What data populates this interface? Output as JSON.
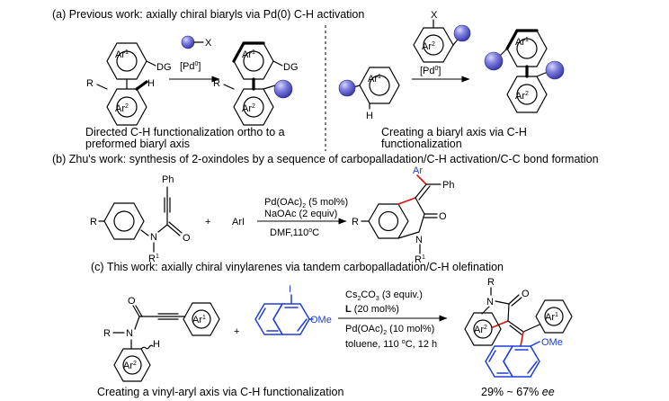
{
  "colors": {
    "ball": "#6b6bd6",
    "ball_highlight": "#c9c9ff",
    "red_bond": "#e01010",
    "blue_naphthalene": "#1e3fd8"
  },
  "section_a": {
    "title": "(a) Previous work: axially chiral  biaryls via Pd(0) C-H activation",
    "reagent_x": "X",
    "catalyst_base": "[Pd",
    "catalyst_sup": "0",
    "catalyst_end": "]",
    "ring_top": "Ar",
    "ring_top_sup": "1",
    "ring_bottom": "Ar",
    "ring_bottom_sup": "2",
    "dg": "DG",
    "r": "R",
    "h": "H",
    "left_caption_1": "Directed C-H functionalization ortho to a",
    "left_caption_2": "preformed biaryl axis",
    "right_caption_1": "Creating  a biaryl axis via C-H",
    "right_caption_2": "functionalization"
  },
  "section_b": {
    "title": "(b) Zhu's work: synthesis of 2-oxindoles by a sequence of carbopalladation/C-H activation/C-C bond formation",
    "ph": "Ph",
    "r": "R",
    "n": "N",
    "o": "O",
    "r1": "R",
    "r1_sup": "1",
    "plus": "+",
    "reagent": "ArI",
    "cond1_a": "Pd(OAc)",
    "cond1_sub": "2",
    "cond1_b": " (5 mol%)",
    "cond2": "NaOAc (2 equiv)",
    "cond3_a": "DMF,110",
    "cond3_sup": "o",
    "cond3_b": "C",
    "prod_ar": "Ar",
    "prod_ph": "Ph"
  },
  "section_c": {
    "title": "(c) This work: axially chiral vinylarenes via tandem carbopalladation/C-H olefination",
    "r": "R",
    "n": "N",
    "o": "O",
    "h": "H",
    "ar1": "Ar",
    "ar1_sup": "1",
    "ar2": "Ar",
    "ar2_sup": "2",
    "plus": "+",
    "iodo": "I",
    "ome": "OMe",
    "cond1_a": "Cs",
    "cond1_sub1": "2",
    "cond1_b": "CO",
    "cond1_sub2": "3",
    "cond1_c": " (3 equiv.)",
    "cond2_bold": "L",
    "cond2_rest": " (20 mol%)",
    "cond3_a": "Pd(OAc)",
    "cond3_sub": "2",
    "cond3_b": " (10 mol%)",
    "cond4_a": "toluene, 110 ",
    "cond4_sup": "o",
    "cond4_b": "C, 12 h",
    "caption": "Creating  a vinyl-aryl axis via C-H functionalization",
    "ee_value": "29% ~ 67% ",
    "ee_label": "ee"
  }
}
